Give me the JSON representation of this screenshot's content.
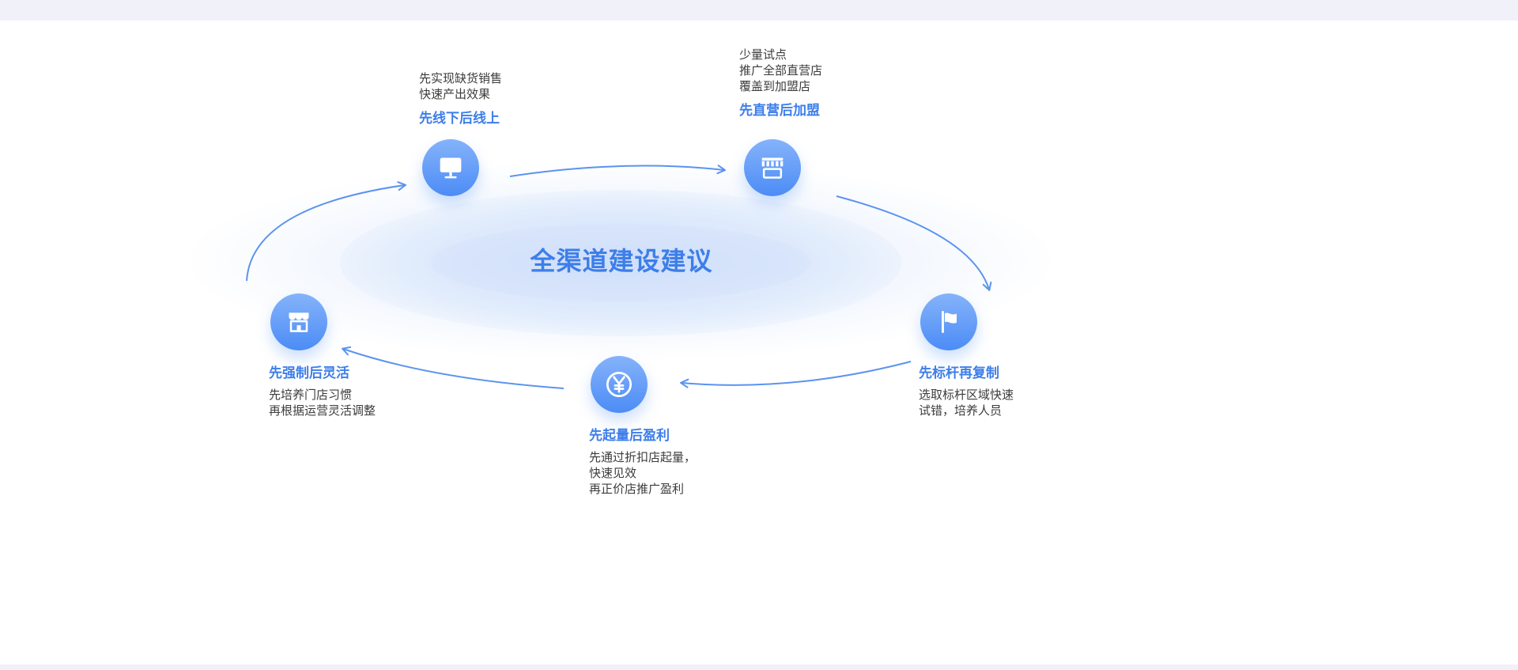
{
  "title": "全渠道建设建议",
  "nodes": [
    {
      "id": "offline-first",
      "heading": "先线下后线上",
      "desc_lines": [
        "先实现缺货销售",
        "快速产出效果"
      ],
      "icon": "monitor-icon"
    },
    {
      "id": "direct-operated-first",
      "heading": "先直营后加盟",
      "desc_lines": [
        "少量试点",
        "推广全部直营店",
        "覆盖到加盟店"
      ],
      "icon": "striped-store-icon"
    },
    {
      "id": "benchmark-first",
      "heading": "先标杆再复制",
      "desc_lines": [
        "选取标杆区域快速",
        "试错，培养人员"
      ],
      "icon": "flag-icon"
    },
    {
      "id": "volume-first",
      "heading": "先起量后盈利",
      "desc_lines": [
        "先通过折扣店起量，",
        "快速见效",
        "再正价店推广盈利"
      ],
      "icon": "yen-circle-icon"
    },
    {
      "id": "mandatory-first",
      "heading": "先强制后灵活",
      "desc_lines": [
        "先培养门店习惯",
        "再根据运营灵活调整"
      ],
      "icon": "storefront-icon"
    }
  ],
  "colors": {
    "accent_blue": "#3d7ee9",
    "arrow_blue": "#5b93f0",
    "circle_gradient_top": "#85b3fa",
    "circle_gradient_bottom": "#4c8cf6",
    "halo_blue": "#d7e4fb",
    "desc_text": "#3c3c3c",
    "edge_strip": "#f1f1f9"
  }
}
